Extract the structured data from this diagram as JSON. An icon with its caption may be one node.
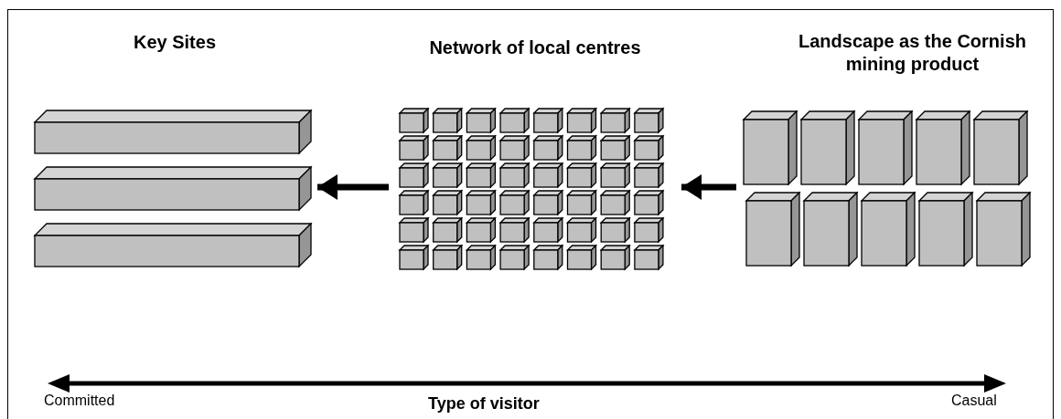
{
  "diagram": {
    "nodes": [
      {
        "text": [
          "Key Sites"
        ]
      },
      {
        "text": [
          "Network of local centres"
        ]
      },
      {
        "text": [
          "Landscape as the Cornish mining product"
        ]
      }
    ],
    "edges": [
      {
        "from": 2,
        "to": 1,
        "arrow": "to"
      },
      {
        "from": 1,
        "to": 0,
        "arrow": "to"
      }
    ],
    "labels": [
      "Committed",
      "Type of visitor",
      "Casual"
    ]
  }
}
